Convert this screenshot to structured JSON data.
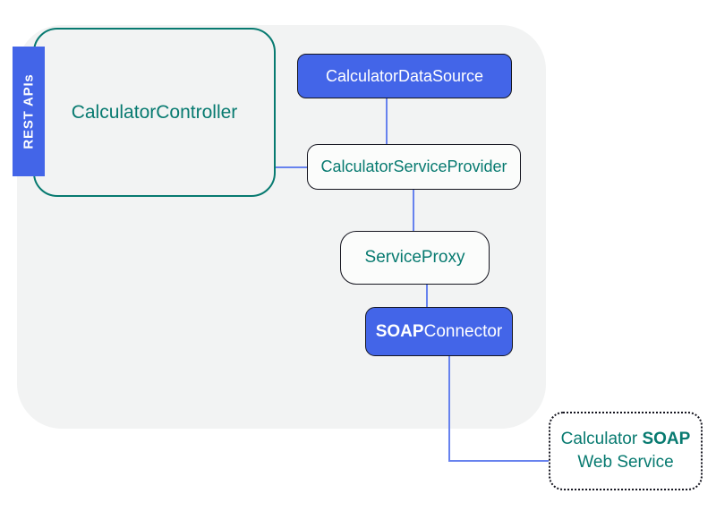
{
  "colors": {
    "accent_blue": "#4365e8",
    "teal": "#077a70",
    "connector_blue": "#6782ee",
    "container_bg": "#f2f3f3",
    "node_border": "#15151f"
  },
  "nodes": {
    "rest_apis": {
      "label": "REST APIs"
    },
    "controller": {
      "label": "CalculatorController"
    },
    "data_source": {
      "label": "CalculatorDataSource"
    },
    "service_provider": {
      "label": "CalculatorServiceProvider"
    },
    "service_proxy": {
      "label": "ServiceProxy"
    },
    "soap_connector": {
      "label_bold": "SOAP",
      "label_rest": "Connector"
    },
    "soap_web_service": {
      "line1_prefix": "Calculator ",
      "line1_bold": "SOAP",
      "line2": "Web Service"
    }
  }
}
